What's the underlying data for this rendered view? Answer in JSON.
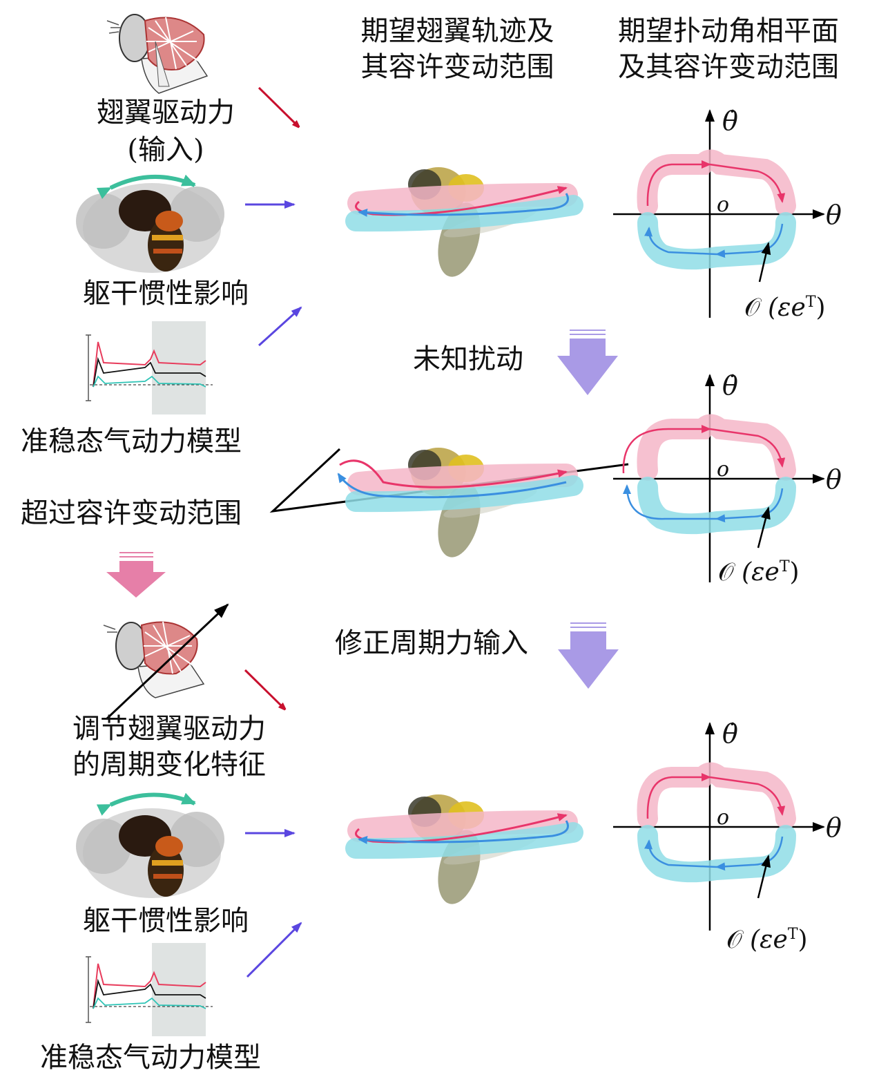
{
  "labels": {
    "wing_drive_force": "翅翼驱动力",
    "input_tag": "(输入)",
    "torso_inertia": "躯干惯性影响",
    "quasi_steady_model": "准稳态气动力模型",
    "exceed_range": "超过容许变动范围",
    "adjust_line1": "调节翅翼驱动力",
    "adjust_line2": "的周期变化特征",
    "torso_inertia_2": "躯干惯性影响",
    "quasi_steady_model_2": "准稳态气动力模型"
  },
  "headers": {
    "trajectory_line1": "期望翅翼轨迹及",
    "trajectory_line2": "其容许变动范围",
    "phase_line1": "期望扑动角相平面",
    "phase_line2": "及其容许变动范围"
  },
  "steps": {
    "unknown_disturbance": "未知扰动",
    "correct_input": "修正周期力输入"
  },
  "phase_plot": {
    "y_axis": "θ̇",
    "x_axis": "θ",
    "origin": "o",
    "bound_O": "𝒪",
    "bound_expr": "(εe",
    "bound_sup": "T",
    "bound_close": ")"
  },
  "colors": {
    "red_arrow": "#c8102e",
    "blue_arrow": "#5a46e0",
    "pink_band": "#f4b6c8",
    "cyan_band": "#8fdde6",
    "pink_curve": "#e8356a",
    "blue_curve": "#3a8fe0",
    "big_arrow_purple": "#a99ae6",
    "big_arrow_pink": "#e67fa8",
    "teal_arrow": "#3cbf9c"
  }
}
